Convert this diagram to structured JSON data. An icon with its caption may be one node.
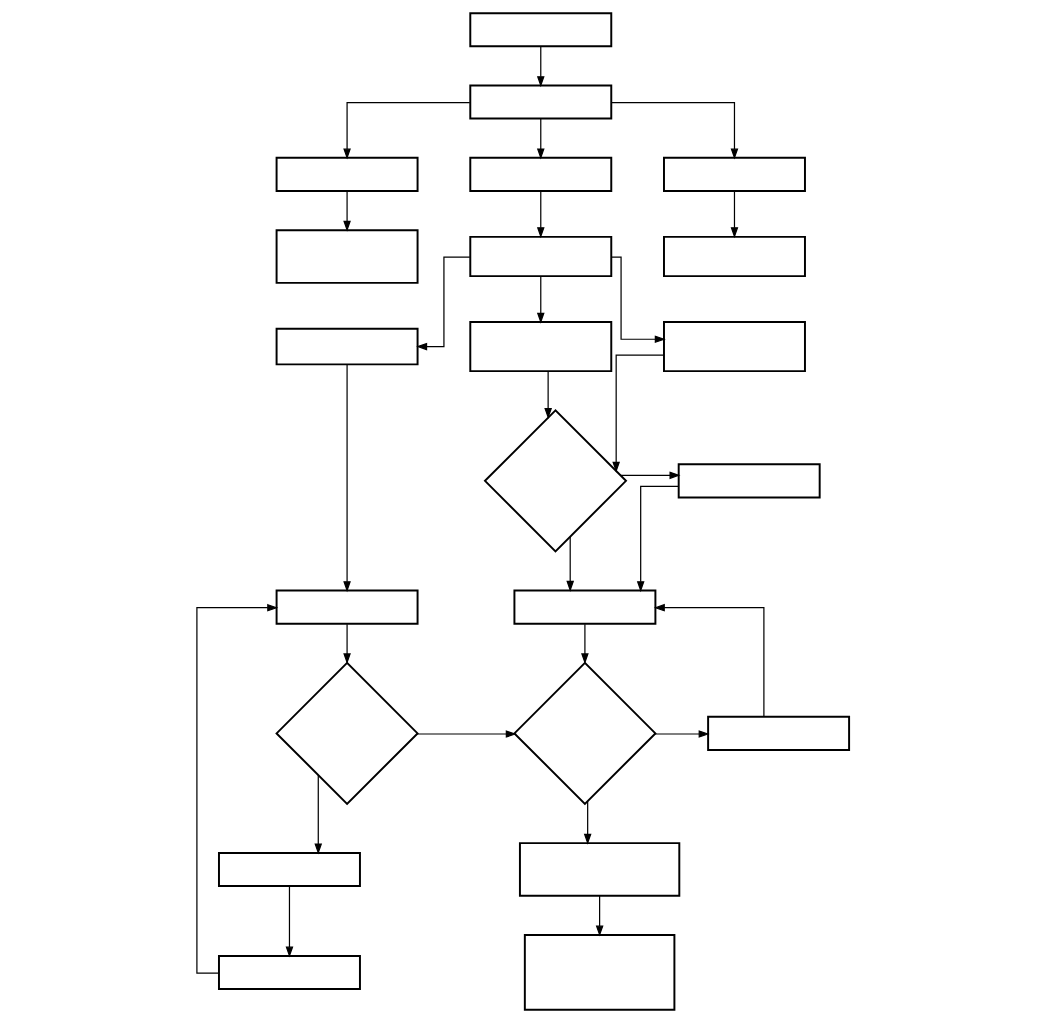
{
  "diagram": {
    "nodes": [
      {
        "text": [],
        "shape": "box"
      },
      {
        "text": [],
        "shape": "box"
      },
      {
        "text": [],
        "shape": "box"
      },
      {
        "text": [],
        "shape": "box"
      },
      {
        "text": [],
        "shape": "box"
      },
      {
        "text": [],
        "shape": "box"
      },
      {
        "text": [],
        "shape": "box"
      },
      {
        "text": [],
        "shape": "box"
      },
      {
        "text": [],
        "shape": "box"
      },
      {
        "text": [],
        "shape": "box"
      },
      {
        "text": [],
        "shape": "box"
      },
      {
        "text": [],
        "shape": "box"
      },
      {
        "text": [],
        "shape": "diamond"
      },
      {
        "text": [],
        "shape": "box"
      },
      {
        "text": [],
        "shape": "box"
      },
      {
        "text": [],
        "shape": "diamond"
      },
      {
        "text": [],
        "shape": "diamond"
      },
      {
        "text": [],
        "shape": "box"
      },
      {
        "text": [],
        "shape": "box"
      },
      {
        "text": [],
        "shape": "box"
      },
      {
        "text": [],
        "shape": "box"
      },
      {
        "text": [],
        "shape": "box"
      }
    ],
    "edges": [
      {
        "from": 0,
        "to": 1,
        "arrow": "to"
      },
      {
        "from": 1,
        "to": 2,
        "arrow": "to"
      },
      {
        "from": 1,
        "to": 3,
        "arrow": "to"
      },
      {
        "from": 1,
        "to": 4,
        "arrow": "to"
      },
      {
        "from": 2,
        "to": 5,
        "arrow": "to"
      },
      {
        "from": 3,
        "to": 6,
        "arrow": "to"
      },
      {
        "from": 4,
        "to": 7,
        "arrow": "to"
      },
      {
        "from": 6,
        "to": 8,
        "arrow": "to"
      },
      {
        "from": 6,
        "to": 9,
        "arrow": "to"
      },
      {
        "from": 6,
        "to": 10,
        "arrow": "to"
      },
      {
        "from": 8,
        "to": 11,
        "arrow": "to"
      },
      {
        "from": 9,
        "to": 12,
        "arrow": "to"
      },
      {
        "from": 10,
        "to": 12,
        "arrow": "to"
      },
      {
        "from": 12,
        "to": 13,
        "arrow": "to"
      },
      {
        "from": 12,
        "to": 14,
        "arrow": "to"
      },
      {
        "from": 13,
        "to": 14,
        "arrow": "to"
      },
      {
        "from": 17,
        "to": 14,
        "arrow": "to"
      },
      {
        "from": 11,
        "to": 15,
        "arrow": "to"
      },
      {
        "from": 15,
        "to": 16,
        "arrow": "to"
      },
      {
        "from": 14,
        "to": 16,
        "arrow": "to"
      },
      {
        "from": 16,
        "to": 17,
        "arrow": "to"
      },
      {
        "from": 16,
        "to": 18,
        "arrow": "to"
      },
      {
        "from": 15,
        "to": 19,
        "arrow": "to"
      },
      {
        "from": 18,
        "to": 20,
        "arrow": "to"
      },
      {
        "from": 19,
        "to": 21,
        "arrow": "to"
      },
      {
        "from": 21,
        "to": 11,
        "arrow": "to"
      }
    ]
  }
}
